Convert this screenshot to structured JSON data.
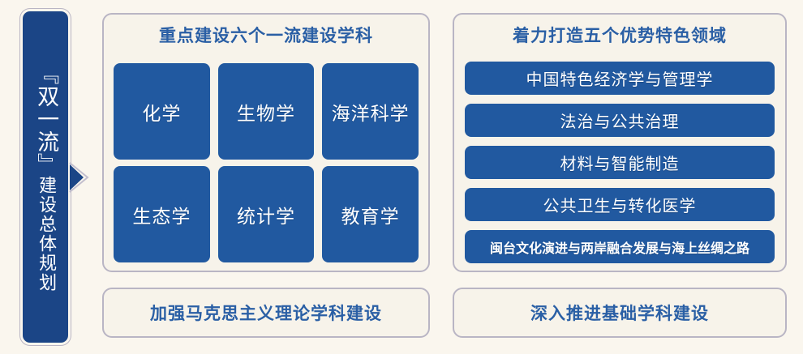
{
  "banner": {
    "bracket_open": "『",
    "headline": "双一流",
    "bracket_close": "』",
    "subline": "建设总体规划",
    "full_text": "『双一流』建设总体规划"
  },
  "arrow": {
    "icon": "triangle-right-icon"
  },
  "disciplines_panel": {
    "title": "重点建设六个一流建设学科",
    "tiles": [
      {
        "label": "化学"
      },
      {
        "label": "生物学"
      },
      {
        "label": "海洋科学"
      },
      {
        "label": "生态学"
      },
      {
        "label": "统计学"
      },
      {
        "label": "教育学"
      }
    ]
  },
  "fields_panel": {
    "title": "着力打造五个优势特色领域",
    "pills": [
      {
        "label": "中国特色经济学与管理学",
        "compact": false
      },
      {
        "label": "法治与公共治理",
        "compact": false
      },
      {
        "label": "材料与智能制造",
        "compact": false
      },
      {
        "label": "公共卫生与转化医学",
        "compact": false
      },
      {
        "label": "闽台文化演进与两岸融合发展与海上丝绸之路",
        "compact": true
      }
    ]
  },
  "bottom_cards": {
    "left": "加强马克思主义理论学科建设",
    "right": "深入推进基础学科建设"
  },
  "colors": {
    "page_background": "#faf6ee",
    "panel_background": "#f7f3ea",
    "panel_border": "#b9b5c4",
    "banner_blue": "#1b4586",
    "tile_blue": "#2159a0",
    "heading_blue": "#2a5fa5",
    "tile_text": "#ffffff"
  }
}
